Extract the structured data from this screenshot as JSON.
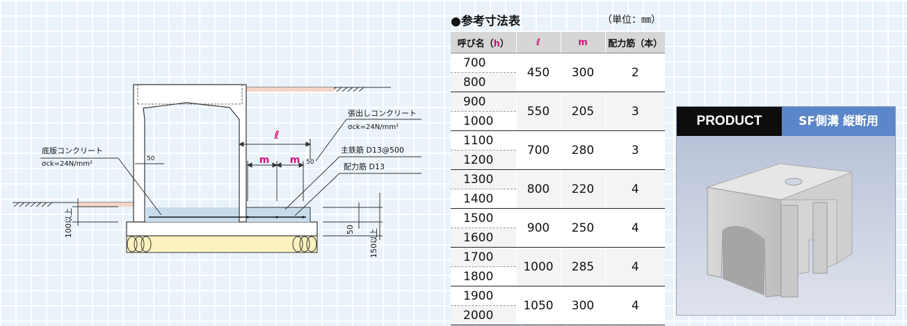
{
  "drawing": {
    "labels": {
      "teiban_title": "底版コンクリート",
      "teiban_strength": "σck=24N/mm²",
      "harida_title": "張出しコンクリート",
      "harida_strength": "σck=24N/mm²",
      "main_rebar": "主鉄筋 D13@500",
      "dist_rebar": "配力筋 D13",
      "ell": "ℓ",
      "m": "m",
      "dim_50_left": "50",
      "dim_50_right": "50",
      "dim_100": "100以上",
      "dim_50_bottom": "50",
      "dim_150": "150以上"
    }
  },
  "table": {
    "title": "●参考寸法表",
    "unit": "（単位：㎜）",
    "headers": {
      "name_prefix": "呼び名（",
      "name_h": "h",
      "name_suffix": "）",
      "ell": "ℓ",
      "m": "m",
      "rebar": "配力筋（本）"
    },
    "rows": [
      {
        "h1": "700",
        "h2": "800",
        "l": "450",
        "m": "300",
        "rebar": "2"
      },
      {
        "h1": "900",
        "h2": "1000",
        "l": "550",
        "m": "205",
        "rebar": "3"
      },
      {
        "h1": "1100",
        "h2": "1200",
        "l": "700",
        "m": "280",
        "rebar": "3"
      },
      {
        "h1": "1300",
        "h2": "1400",
        "l": "800",
        "m": "220",
        "rebar": "4"
      },
      {
        "h1": "1500",
        "h2": "1600",
        "l": "900",
        "m": "250",
        "rebar": "4"
      },
      {
        "h1": "1700",
        "h2": "1800",
        "l": "1000",
        "m": "285",
        "rebar": "4"
      },
      {
        "h1": "1900",
        "h2": "2000",
        "l": "1050",
        "m": "300",
        "rebar": "4"
      }
    ]
  },
  "product": {
    "badge": "PRODUCT",
    "name": "SF側溝 縦断用"
  },
  "colors": {
    "accent_pink": "#d1137b",
    "product_blue": "#5b86c9",
    "header_gray": "#d6d6d6"
  }
}
